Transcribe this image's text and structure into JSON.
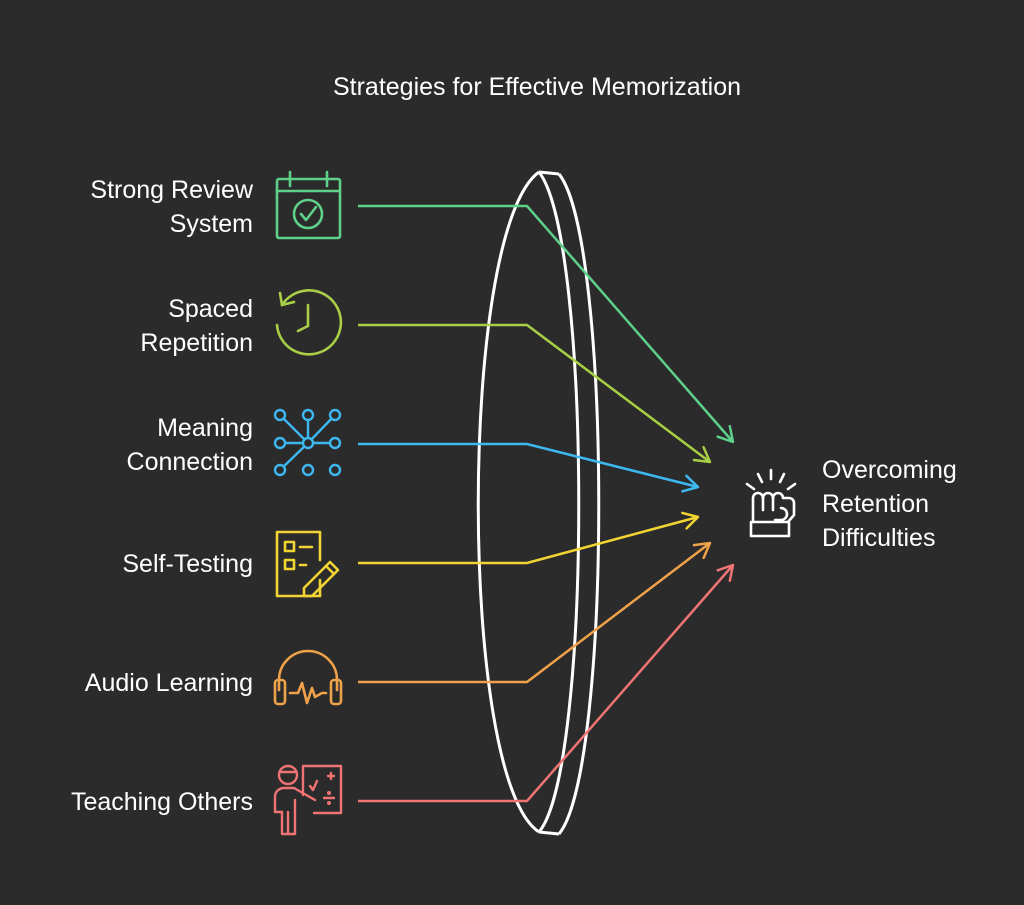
{
  "title": "Strategies for Effective Memorization",
  "strategies": [
    {
      "lines": [
        "Strong Review",
        "System"
      ],
      "icon": "calendar-check-icon",
      "color": "#5ed08a"
    },
    {
      "lines": [
        "Spaced",
        "Repetition"
      ],
      "icon": "clock-icon",
      "color": "#a8cf45"
    },
    {
      "lines": [
        "Meaning",
        "Connection"
      ],
      "icon": "network-nodes-icon",
      "color": "#3db8f0"
    },
    {
      "lines": [
        "Self-Testing"
      ],
      "icon": "checklist-pencil-icon",
      "color": "#f2d433"
    },
    {
      "lines": [
        "Audio Learning"
      ],
      "icon": "headphones-icon",
      "color": "#f0a24a"
    },
    {
      "lines": [
        "Teaching Others"
      ],
      "icon": "teacher-board-icon",
      "color": "#f07474"
    }
  ],
  "outcome": {
    "lines": [
      "Overcoming",
      "Retention",
      "Difficulties"
    ],
    "icon": "raised-fist-icon",
    "color": "#ffffff"
  }
}
